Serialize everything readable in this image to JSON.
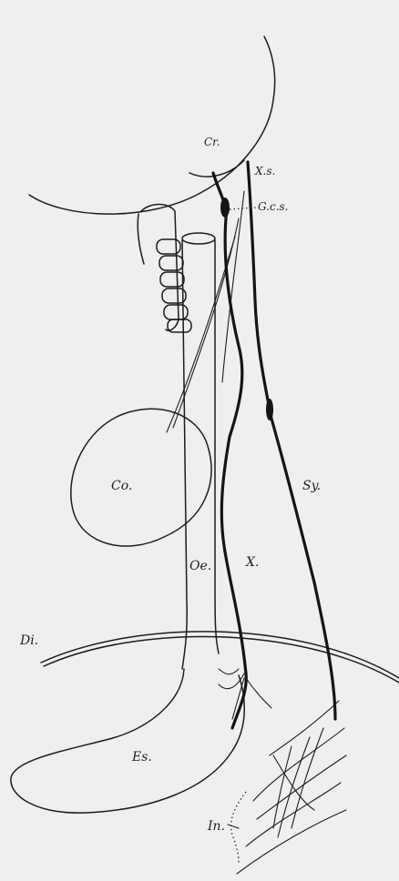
{
  "figure": {
    "background": "#efefed",
    "ink": "#1c1c1c",
    "labels": {
      "cranium": "Cr.",
      "vagus_superior": "X.s.",
      "ganglion_cervicale_superius": "G.c.s.",
      "cor": "Co.",
      "sympathicus": "Sy.",
      "oesophagus": "Oe.",
      "vagus": "X.",
      "diaphragma": "Di.",
      "ventriculus": "Es.",
      "intestinum": "In."
    }
  }
}
